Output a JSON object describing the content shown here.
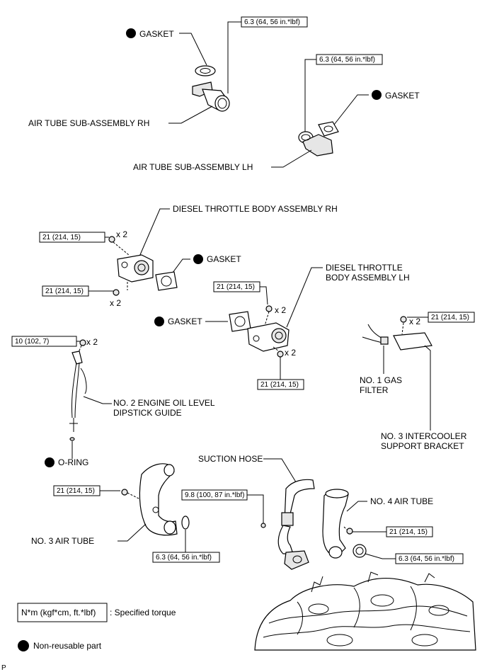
{
  "labels": {
    "gasket_rh_tube": "GASKET",
    "gasket_lh_tube": "GASKET",
    "air_tube_rh": "AIR TUBE SUB-ASSEMBLY RH",
    "air_tube_lh": "AIR TUBE SUB-ASSEMBLY LH",
    "throttle_rh": "DIESEL THROTTLE BODY ASSEMBLY RH",
    "gasket_throttle_rh": "GASKET",
    "throttle_lh_line1": "DIESEL THROTTLE",
    "throttle_lh_line2": "BODY ASSEMBLY LH",
    "gasket_throttle_lh": "GASKET",
    "gas_filter_line1": "NO. 1 GAS",
    "gas_filter_line2": "FILTER",
    "intercooler_line1": "NO. 3 INTERCOOLER",
    "intercooler_line2": "SUPPORT BRACKET",
    "dipstick_line1": "NO. 2 ENGINE OIL LEVEL",
    "dipstick_line2": "DIPSTICK GUIDE",
    "o_ring": "O-RING",
    "suction_hose": "SUCTION HOSE",
    "no4_air_tube": "NO. 4 AIR TUBE",
    "no3_air_tube": "NO. 3 AIR TUBE"
  },
  "torques": {
    "tube_rh": "6.3 (64, 56 in.*lbf)",
    "tube_lh": "6.3 (64, 56 in.*lbf)",
    "throttle_rh_top": "21 (214, 15)",
    "throttle_rh_bottom": "21 (214, 15)",
    "throttle_lh_top": "21 (214, 15)",
    "throttle_lh_bottom": "21 (214, 15)",
    "bracket": "21 (214, 15)",
    "dipstick": "10 (102, 7)",
    "no3_tube_bolt": "21 (214, 15)",
    "no3_tube_clamp": "6.3 (64, 56 in.*lbf)",
    "suction_hose": "9.8 (100, 87 in.*lbf)",
    "no4_tube_bolt": "21 (214, 15)",
    "no4_tube_clamp": "6.3 (64, 56 in.*lbf)"
  },
  "quantities": {
    "throttle_rh_top": "x 2",
    "throttle_rh_bottom": "x 2",
    "throttle_lh_top": "x 2",
    "throttle_lh_bottom": "x 2",
    "bracket": "x 2",
    "dipstick": "x 2"
  },
  "legend": {
    "torque_unit": "N*m (kgf*cm, ft.*lbf)",
    "torque_desc": ": Specified torque",
    "non_reusable": "Non-reusable part"
  },
  "corner_mark": "P"
}
